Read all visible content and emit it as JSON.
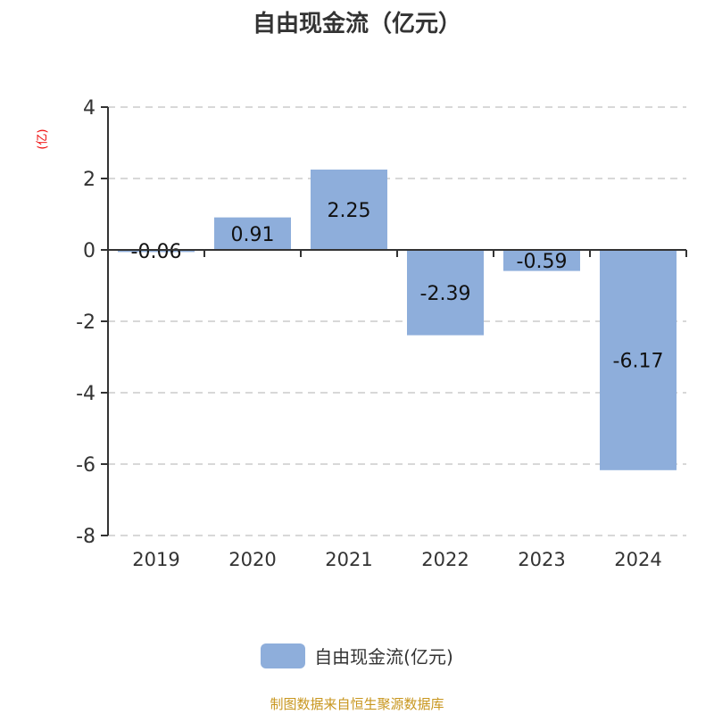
{
  "chart_data": {
    "type": "bar",
    "title": "自由现金流（亿元）",
    "ylabel": "(亿)",
    "xlabel": "",
    "categories": [
      "2019",
      "2020",
      "2021",
      "2022",
      "2023",
      "2024"
    ],
    "values": [
      -0.06,
      0.91,
      2.25,
      -2.39,
      -0.59,
      -6.17
    ],
    "value_labels": [
      "-0.06",
      "0.91",
      "2.25",
      "-2.39",
      "-0.59",
      "-6.17"
    ],
    "ylim": [
      -8,
      4
    ],
    "yticks": [
      4,
      2,
      0,
      -2,
      -4,
      -6,
      -8
    ],
    "grid": true,
    "legend": {
      "position": "bottom",
      "entries": [
        "自由现金流(亿元)"
      ]
    },
    "bar_color": "#8eaedb"
  },
  "source": "制图数据来自恒生聚源数据库"
}
